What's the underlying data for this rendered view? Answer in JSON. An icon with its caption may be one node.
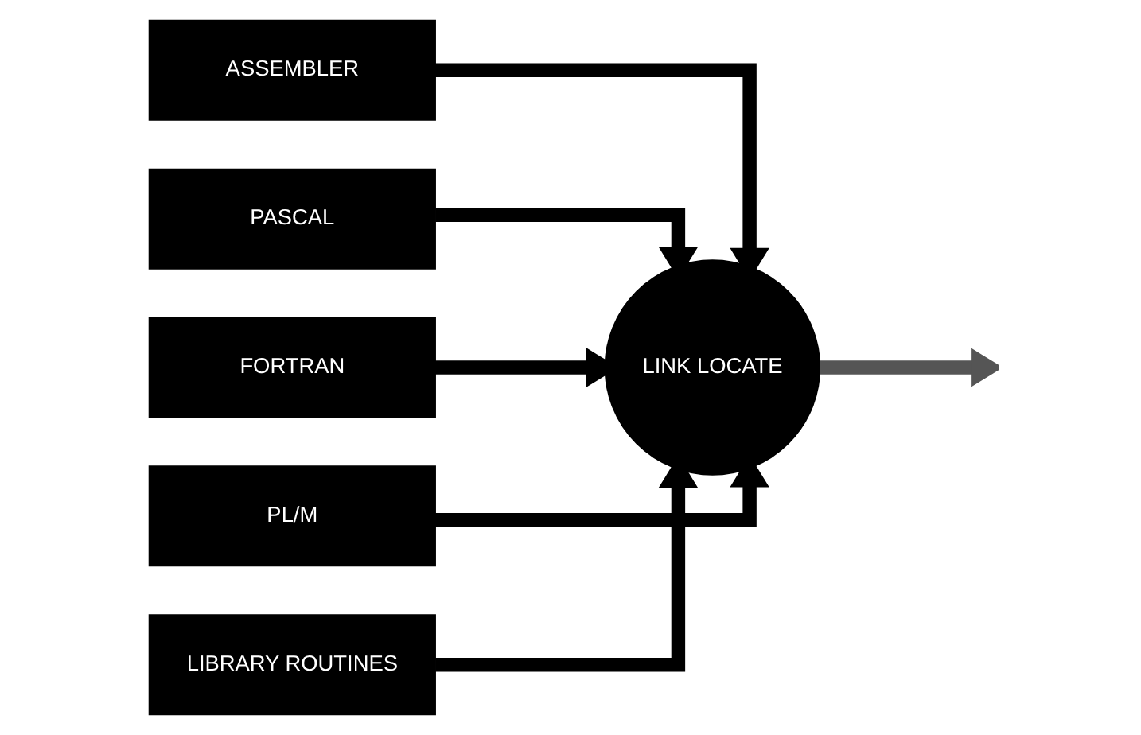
{
  "diagram": {
    "nodes": [
      {
        "text": [
          "ASSEMBLER"
        ]
      },
      {
        "text": [
          "PASCAL"
        ]
      },
      {
        "text": [
          "FORTRAN"
        ]
      },
      {
        "text": [
          "PL/M"
        ]
      },
      {
        "text": [
          "LIBRARY ROUTINES"
        ]
      },
      {
        "text": [
          "LINK LOCATE"
        ]
      }
    ],
    "edges": [
      {
        "from": 0,
        "to": 5,
        "arrow": "to"
      },
      {
        "from": 1,
        "to": 5,
        "arrow": "to"
      },
      {
        "from": 2,
        "to": 5,
        "arrow": "to"
      },
      {
        "from": 3,
        "to": 5,
        "arrow": "to"
      },
      {
        "from": 4,
        "to": 5,
        "arrow": "to"
      },
      {
        "from": 5,
        "to": null,
        "arrow": "to",
        "color": "#555555"
      }
    ]
  }
}
